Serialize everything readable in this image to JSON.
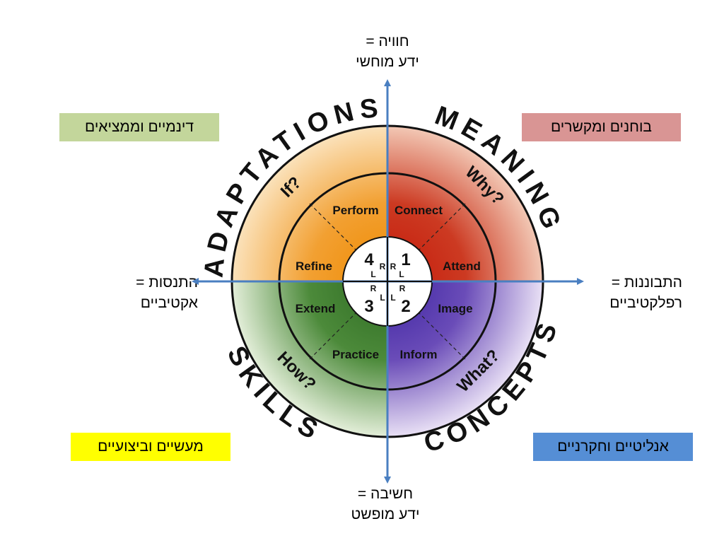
{
  "axes": {
    "top": {
      "line1": "חוויה =",
      "line2": "ידע מוחשי"
    },
    "bottom": {
      "line1": "חשיבה =",
      "line2": "ידע מופשט"
    },
    "left": {
      "line1": "התנסות =",
      "line2": "אקטיביים"
    },
    "right": {
      "line1": "התבוננות =",
      "line2": "רפלקטיביים"
    }
  },
  "corner_boxes": {
    "top_left": {
      "text": "דינמיים וממציאים",
      "color": "#c3d69b"
    },
    "top_right": {
      "text": "בוחנים ומקשרים",
      "color": "#d99594"
    },
    "bottom_left": {
      "text": "מעשיים וביצועיים",
      "color": "#ffff00"
    },
    "bottom_right": {
      "text": "אנליטיים וחקרניים",
      "color": "#558ed5"
    }
  },
  "outer_ring": {
    "top_left": "ADAPTATIONS",
    "top_right": "MEANING",
    "bottom_left": "SKILLS",
    "bottom_right": "CONCEPTS"
  },
  "questions": {
    "top_left": "If?",
    "top_right": "Why?",
    "bottom_left": "How?",
    "bottom_right": "What?"
  },
  "steps": {
    "perform": "Perform",
    "connect": "Connect",
    "refine": "Refine",
    "attend": "Attend",
    "extend": "Extend",
    "image": "Image",
    "practice": "Practice",
    "inform": "Inform"
  },
  "center": {
    "q1": {
      "num": "1",
      "r": "R",
      "l": "L"
    },
    "q2": {
      "num": "2",
      "r": "R",
      "l": "L"
    },
    "q3": {
      "num": "3",
      "r": "R",
      "l": "L"
    },
    "q4": {
      "num": "4",
      "r": "R",
      "l": "L"
    }
  },
  "colors": {
    "orange": "#f0a13a",
    "red": "#c9321e",
    "green": "#3d7a2c",
    "purple": "#5a3aa8",
    "arrow": "#4a7fc1"
  }
}
